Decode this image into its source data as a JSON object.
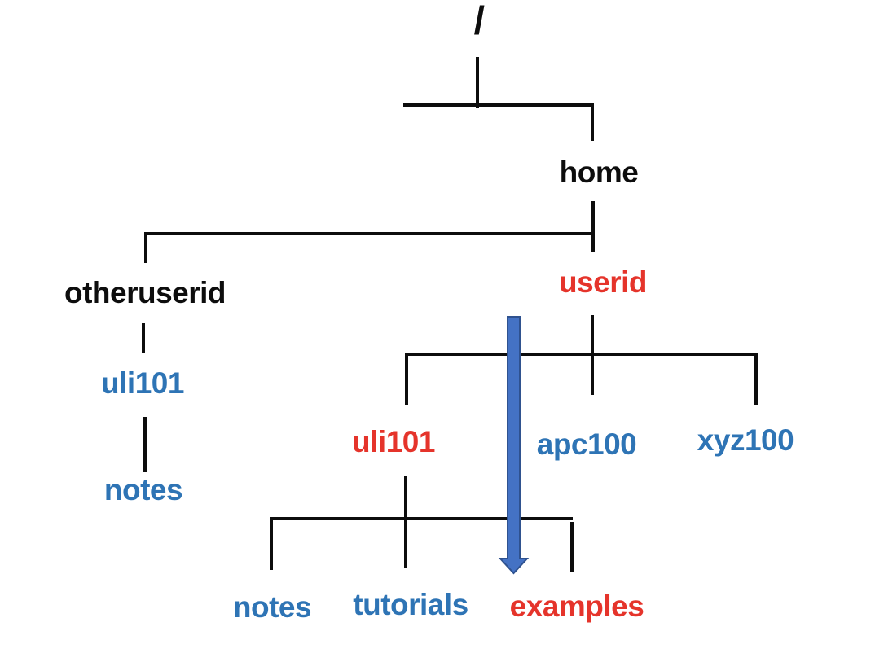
{
  "diagram": {
    "type": "filesystem-directory-tree",
    "background": "#ffffff",
    "colors": {
      "black_text": "#0d0d0d",
      "red_text": "#e5342b",
      "blue_text": "#2e74b5",
      "line": "#0d0d0d",
      "arrow_fill": "#4472c4",
      "arrow_border": "#2f528f"
    },
    "tree": {
      "label": "/",
      "color": "black",
      "children": [
        {
          "label": "home",
          "color": "black",
          "children": [
            {
              "label": "otheruserid",
              "color": "black",
              "children": [
                {
                  "label": "uli101",
                  "color": "blue",
                  "children": [
                    {
                      "label": "notes",
                      "color": "blue"
                    }
                  ]
                }
              ]
            },
            {
              "label": "userid",
              "color": "red",
              "children": [
                {
                  "label": "uli101",
                  "color": "red",
                  "children": [
                    {
                      "label": "notes",
                      "color": "blue"
                    },
                    {
                      "label": "tutorials",
                      "color": "blue"
                    },
                    {
                      "label": "examples",
                      "color": "red"
                    }
                  ]
                },
                {
                  "label": "apc100",
                  "color": "blue"
                },
                {
                  "label": "xyz100",
                  "color": "blue"
                }
              ]
            }
          ]
        }
      ]
    },
    "arrow": {
      "direction": "down",
      "from_node": "userid",
      "to_node": "examples",
      "fill": "#4472c4",
      "border": "#2f528f"
    }
  }
}
